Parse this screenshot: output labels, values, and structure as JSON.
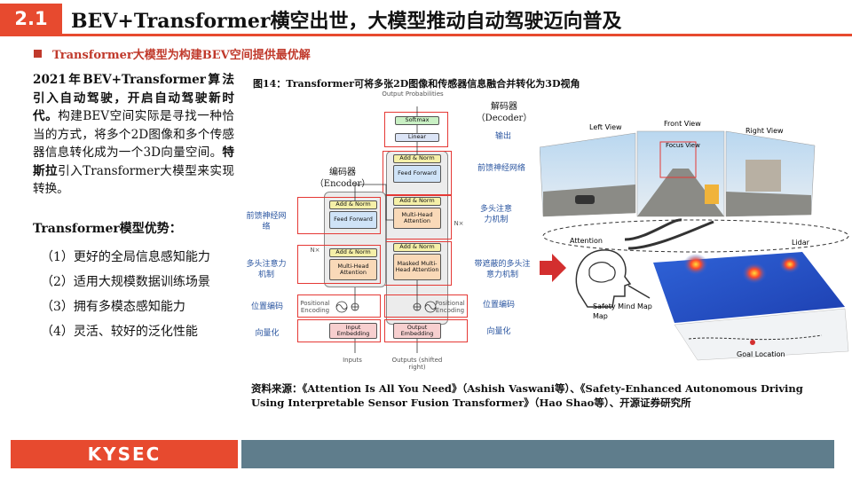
{
  "header": {
    "section_number": "2.1",
    "title": "BEV+Transformer横空出世，大模型推动自动驾驶迈向普及"
  },
  "subheading": "Transformer大模型为构建BEV空间提供最优解",
  "left": {
    "para_bold": "2021年BEV+Transformer算法引入自动驾驶，开启自动驾驶新时代。",
    "para_normal": "构建BEV空间实际是寻找一种恰当的方式，将多个2D图像和多个传感器信息转化成为一个3D向量空间。",
    "para_bold2": "特斯拉",
    "para_normal2": "引入Transformer大模型来实现转换。",
    "advantages_title": "Transformer模型优势：",
    "advantages": [
      "（1）更好的全局信息感知能力",
      "（2）适用大规模数据训练场景",
      "（3）拥有多模态感知能力",
      "（4）灵活、较好的泛化性能"
    ]
  },
  "figure": {
    "caption": "图14：Transformer可将多张2D图像和传感器信息融合并转化为3D视角",
    "diagram": {
      "output_probabilities": "Output Probabilities",
      "softmax": "Softmax",
      "linear": "Linear",
      "add_norm": "Add & Norm",
      "feed_forward": "Feed Forward",
      "multi_head_attention": "Multi-Head Attention",
      "masked_mha": "Masked Multi-Head Attention",
      "positional_encoding": "Positional Encoding",
      "input_embedding": "Input Embedding",
      "output_embedding": "Output Embedding",
      "inputs": "Inputs",
      "outputs": "Outputs (shifted right)",
      "nx": "N×",
      "encoder_cn": "编码器",
      "encoder_en": "（Encoder）",
      "decoder_cn": "解码器",
      "decoder_en": "（Decoder）",
      "output_cn": "输出",
      "ff_cn_left": "前馈神经网络",
      "ff_cn_right": "前馈神经网络",
      "mha_cn_left": "多头注意力机制",
      "mha_cn_right": "多头注意力机制",
      "masked_cn": "带遮蔽的多头注意力机制",
      "pe_cn_left": "位置编码",
      "pe_cn_right": "位置编码",
      "vec_cn_left": "向量化",
      "vec_cn_right": "向量化"
    },
    "bev": {
      "left_view": "Left View",
      "front_view": "Front View",
      "right_view": "Right View",
      "focus_view": "Focus View",
      "attention": "Attention",
      "lidar": "Lidar",
      "safety_map": "Safety Mind Map",
      "goal": "Goal Location"
    }
  },
  "source": "资料来源：《Attention Is All You Need》（Ashish Vaswani等）、《Safety-Enhanced Autonomous Driving Using Interpretable Sensor Fusion Transformer》（Hao Shao等）、开源证券研究所",
  "footer": {
    "logo": "KYSEC"
  },
  "colors": {
    "accent": "#e74a2f",
    "subhead": "#c0392b",
    "cn_annot": "#2a55a0",
    "footer_bar": "#5f7d8c"
  }
}
